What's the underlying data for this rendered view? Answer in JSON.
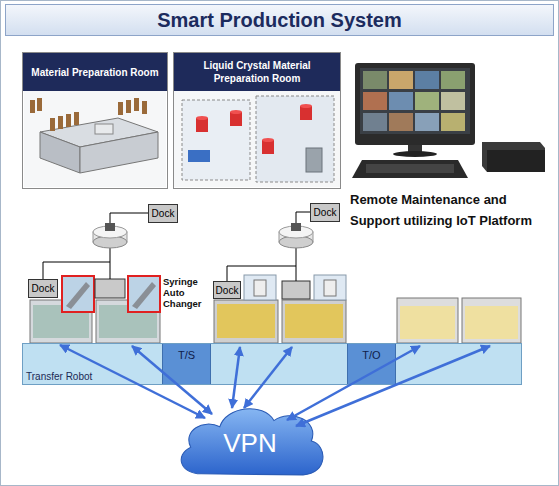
{
  "diagram": {
    "title": "Smart Production System",
    "nodes": [
      {
        "text": [
          "Material Preparation Room"
        ]
      },
      {
        "text": [
          "Liquid Crystal Material Preparation Room"
        ]
      },
      {
        "text": [
          "Dock"
        ]
      },
      {
        "text": [
          "Dock"
        ]
      },
      {
        "text": [
          "Dock"
        ]
      },
      {
        "text": [
          "Dock"
        ]
      },
      {
        "text": [
          "Transfer Robot"
        ]
      },
      {
        "text": [
          "T/S"
        ],
        "in": 6
      },
      {
        "text": [
          "T/O"
        ],
        "in": 6
      },
      {
        "text": [
          "VPN"
        ]
      }
    ],
    "labels": [
      "Remote Maintenance and Support utilizing IoT Platform",
      "Syringe Auto Changer"
    ]
  }
}
